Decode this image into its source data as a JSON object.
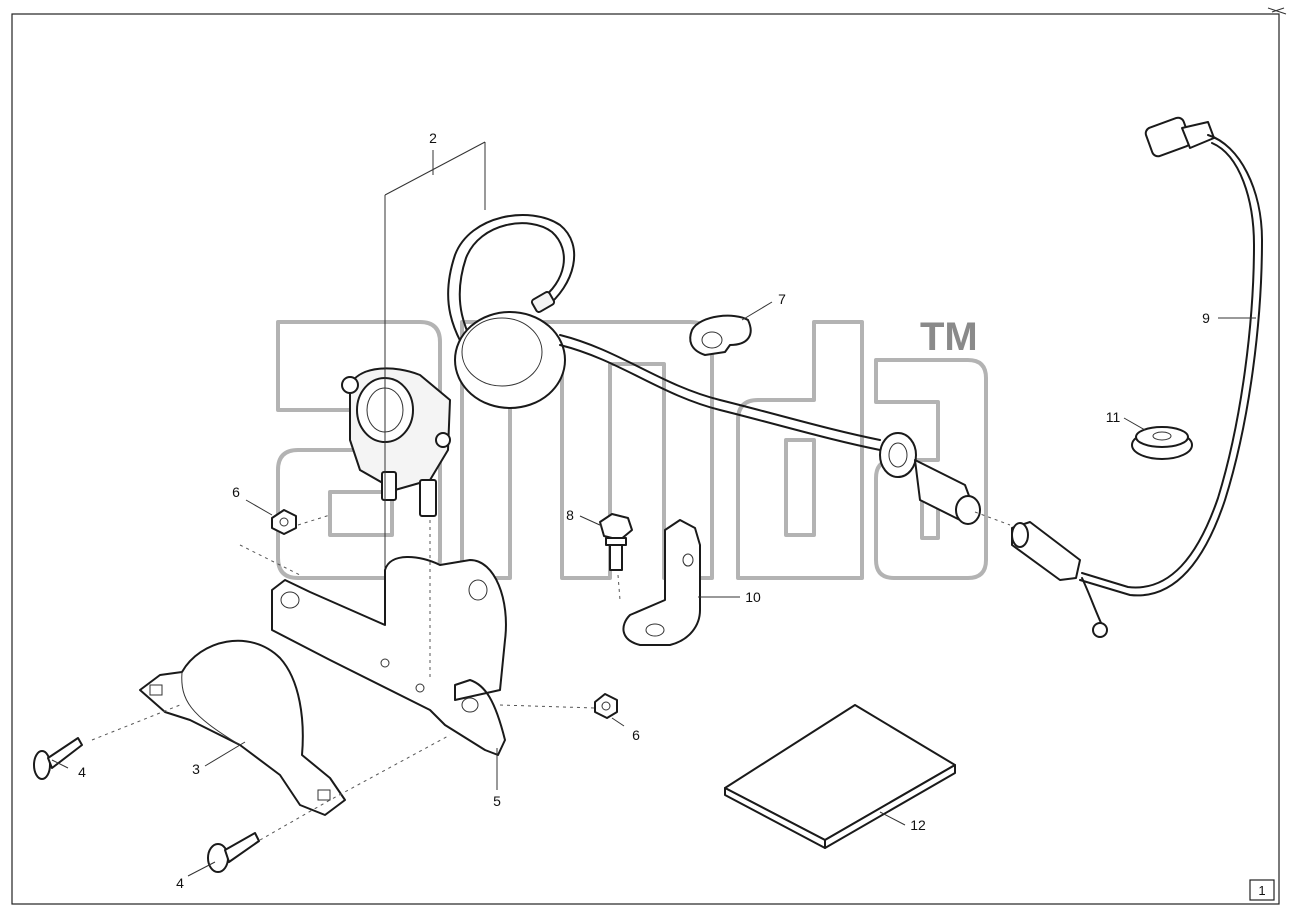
{
  "callouts": {
    "c2": "2",
    "c3": "3",
    "c4a": "4",
    "c4b": "4",
    "c5": "5",
    "c6a": "6",
    "c6b": "6",
    "c7": "7",
    "c8": "8",
    "c9": "9",
    "c10": "10",
    "c11": "11",
    "c12": "12"
  },
  "watermark": {
    "trademark": "TM",
    "logo_text": "amda"
  },
  "page_number": "1",
  "colors": {
    "line": "#1a1a1a",
    "watermark": "#9a9a9a",
    "background": "#ffffff"
  }
}
